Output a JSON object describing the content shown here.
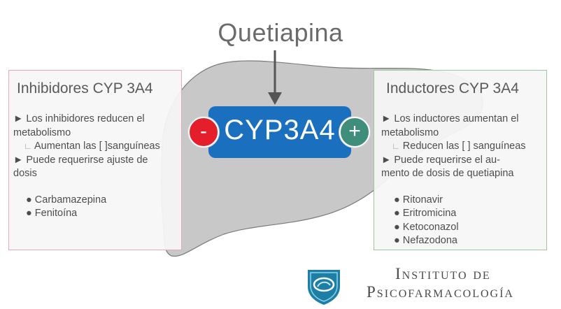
{
  "title": "Quetiapina",
  "enzyme": {
    "label": "CYP3A4",
    "minus_symbol": "-",
    "plus_symbol": "+"
  },
  "inhibitors": {
    "title": "Inhibidores CYP 3A4",
    "lines": [
      "► Los inhibidores reducen el",
      "metabolismo",
      "Aumentan las [ ]sanguíneas",
      "► Puede requerirse ajuste de",
      "dosis"
    ],
    "drugs": [
      "● Carbamazepina",
      "● Fenitoína"
    ]
  },
  "inducers": {
    "title": "Inductores CYP 3A4",
    "lines": [
      "► Los inductores aumentan el",
      "metabolismo",
      "Reducen las [ ] sanguíneas",
      "► Puede requerirse el au-",
      "mento de dosis de quetiapina"
    ],
    "drugs": [
      "● Ritonavir",
      "● Eritromicina",
      "● Ketoconazol",
      "● Nefazodona"
    ]
  },
  "logo": {
    "line1": "Instituto de",
    "line2": "Psicofarmacología"
  },
  "colors": {
    "enzyme": "#1a6fbf",
    "minus": "#e41e2a",
    "plus": "#3f8e7b",
    "liver_fill": "#c8c8c8",
    "inhibitor_border": "#e6a7b6",
    "inducer_border": "#9fc79f",
    "logo": "#1d7fa6"
  },
  "icons": [
    "arrow-down-icon",
    "minus-icon",
    "plus-icon",
    "liver-shape",
    "shield-logo-icon"
  ]
}
